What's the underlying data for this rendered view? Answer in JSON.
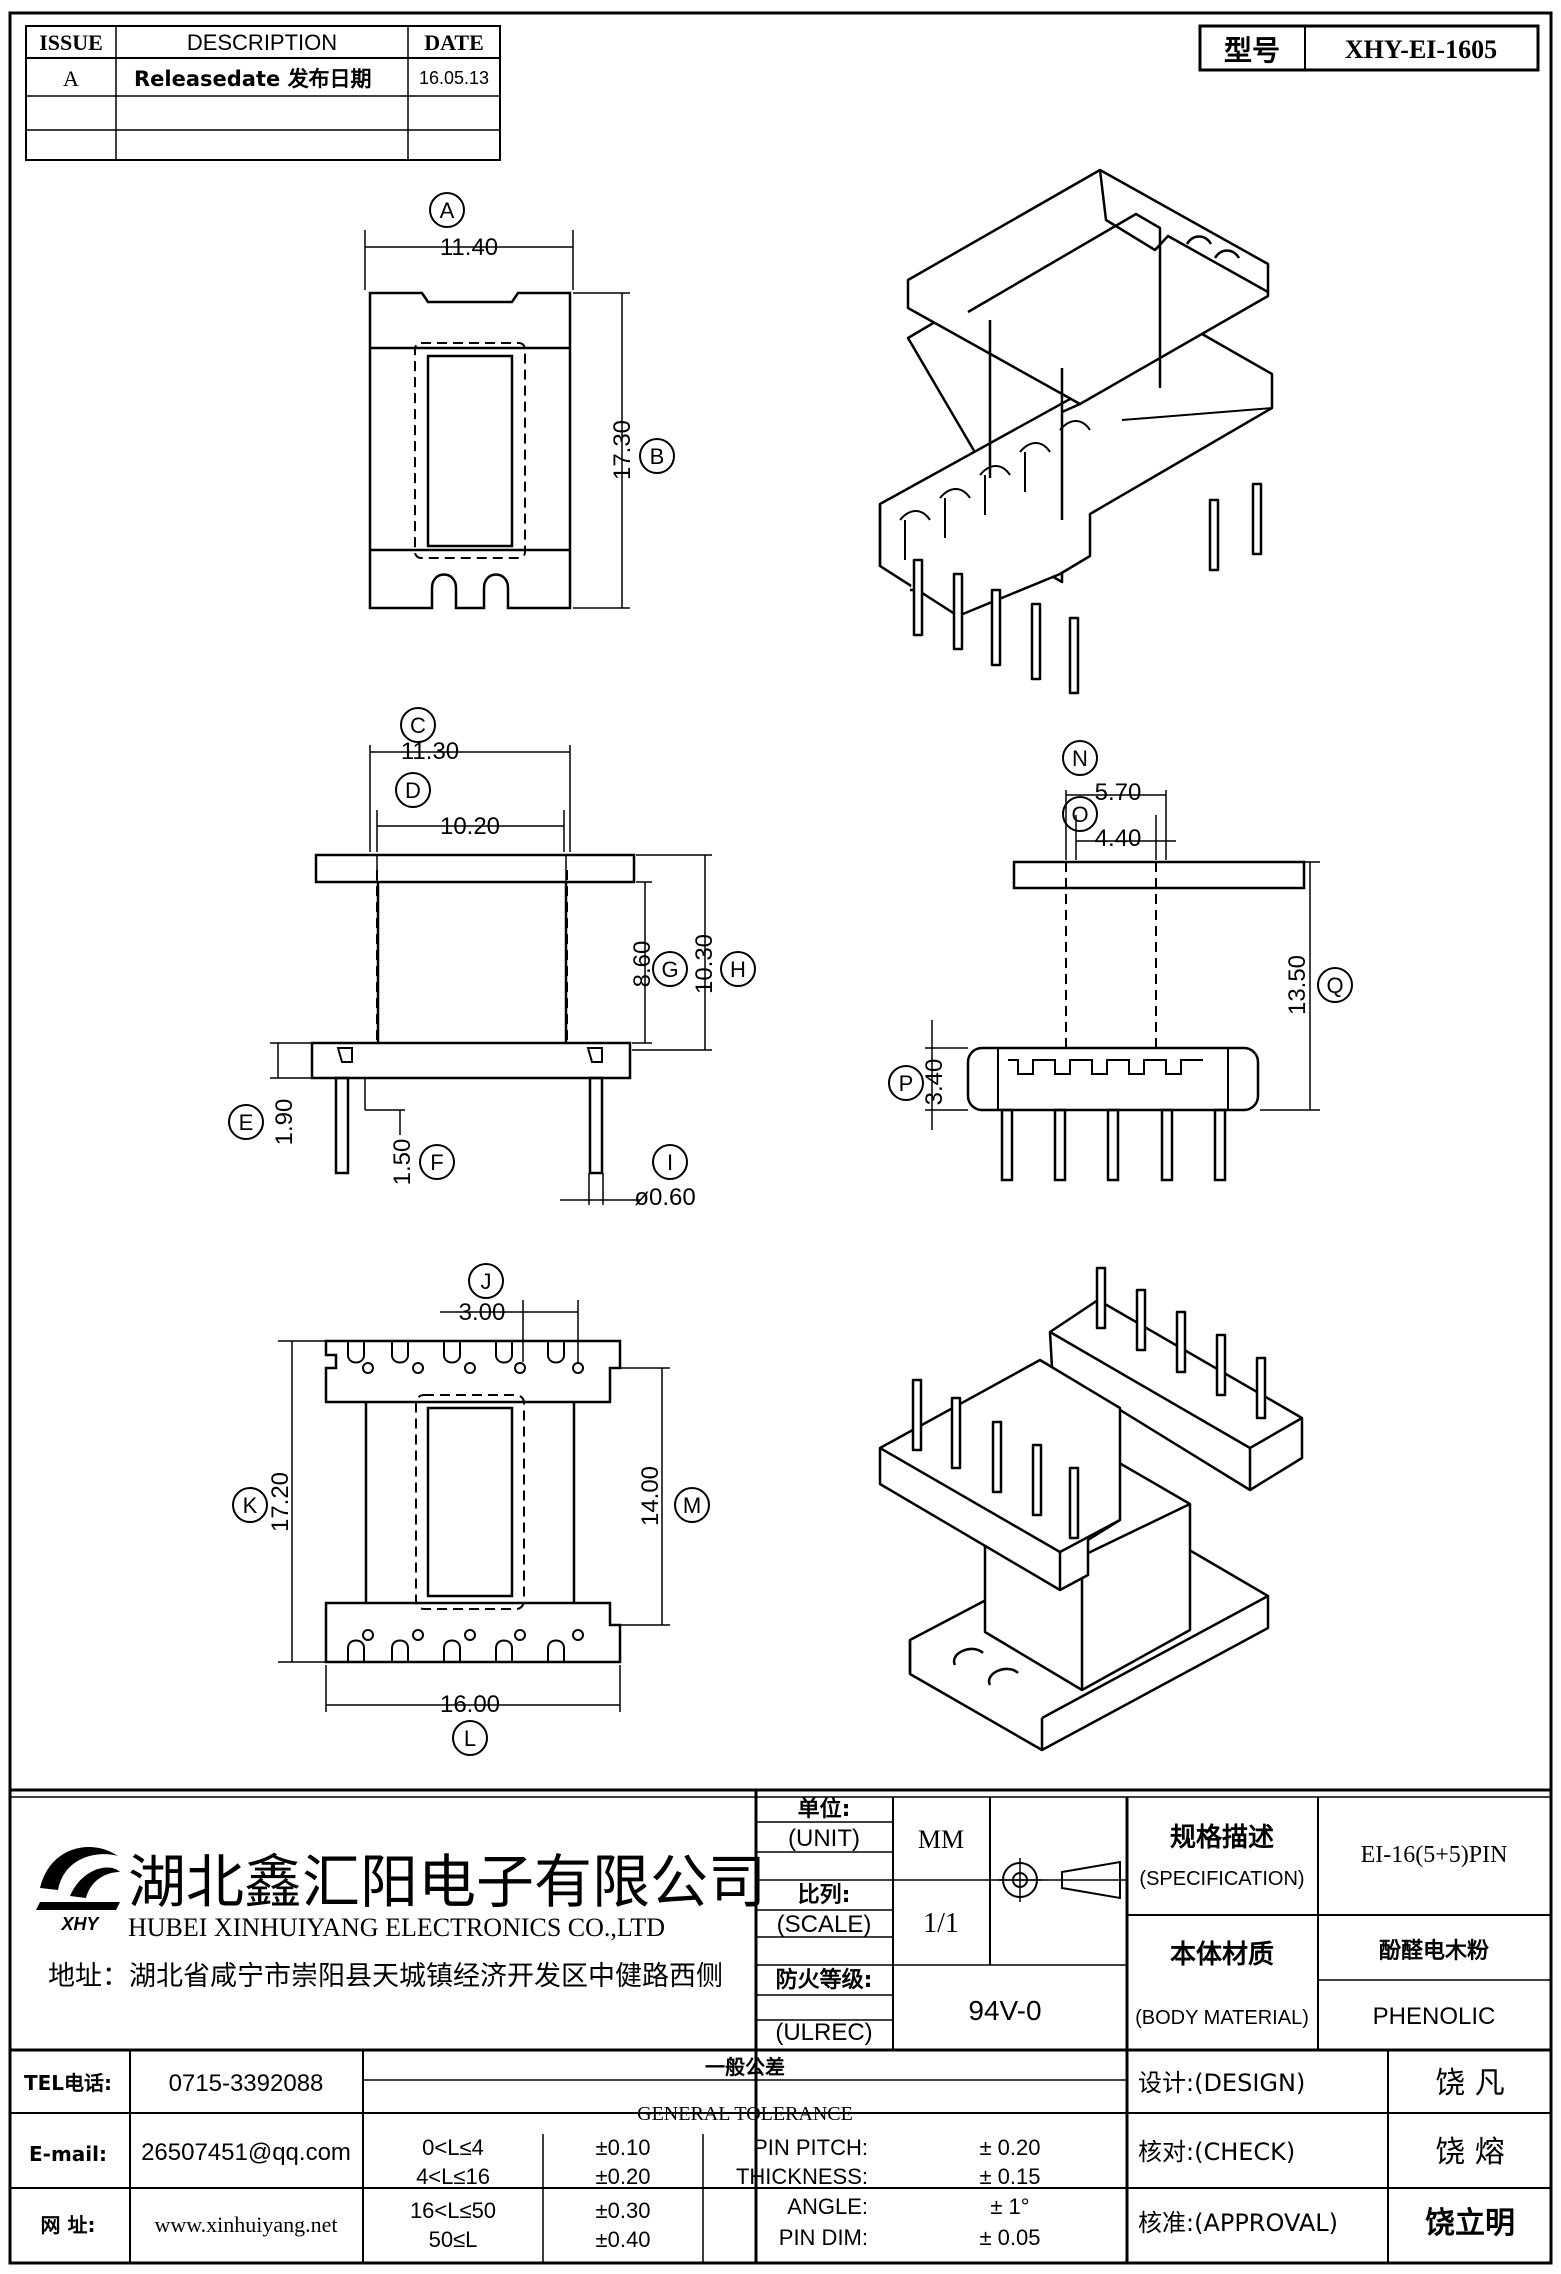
{
  "revision_table": {
    "headers": [
      "ISSUE",
      "DESCRIPTION",
      "DATE"
    ],
    "rows": [
      {
        "issue": "A",
        "description": "Releasedate 发布日期",
        "date": "16.05.13"
      }
    ]
  },
  "model": {
    "label": "型号",
    "value": "XHY-EI-1605"
  },
  "dimensions": {
    "A": "11.40",
    "B": "17.30",
    "C": "11.30",
    "D": "10.20",
    "E": "1.90",
    "F": "1.50",
    "G": "8.60",
    "H": "10.30",
    "I": "ø0.60",
    "J": "3.00",
    "K": "17.20",
    "L": "16.00",
    "M": "14.00",
    "N": "5.70",
    "O": "4.40",
    "P": "3.40",
    "Q": "13.50"
  },
  "company": {
    "name_cn": "湖北鑫汇阳电子有限公司",
    "name_en": "HUBEI XINHUIYANG ELECTRONICS CO.,LTD",
    "address": "地址：湖北省咸宁市崇阳县天城镇经济开发区中健路西侧",
    "logo_text": "XHY"
  },
  "title_block": {
    "unit_label": "单位:",
    "unit_label_en": "(UNIT)",
    "unit_value": "MM",
    "scale_label": "比列:",
    "scale_label_en": "(SCALE)",
    "scale_value": "1/1",
    "ul_label": "防火等级:",
    "ul_label_en": "(ULREC)",
    "ul_value": "94V-0",
    "spec_label": "规格描述",
    "spec_label_en": "(SPECIFICATION)",
    "spec_value": "EI-16(5+5)PIN",
    "material_label": "本体材质",
    "material_label_en": "(BODY MATERIAL)",
    "material_value_cn": "酚醛电木粉",
    "material_value_en": "PHENOLIC"
  },
  "contact": {
    "tel_label": "TEL电话:",
    "tel": "0715-3392088",
    "email_label": "E-mail:",
    "email": "26507451@qq.com",
    "web_label": "网 址:",
    "web": "www.xinhuiyang.net"
  },
  "tolerance": {
    "title_cn": "一般公差",
    "title_en": "GENERAL TOLERANCE",
    "ranges": [
      {
        "range": "0<L≤4",
        "tol": "±0.10"
      },
      {
        "range": "4<L≤16",
        "tol": "±0.20"
      },
      {
        "range": "16<L≤50",
        "tol": "±0.30"
      },
      {
        "range": "50≤L",
        "tol": "±0.40"
      }
    ],
    "specs": [
      {
        "label": "PIN PITCH:",
        "value": "± 0.20"
      },
      {
        "label": "THICKNESS:",
        "value": "± 0.15"
      },
      {
        "label": "ANGLE:",
        "value": "± 1°"
      },
      {
        "label": "PIN DIM:",
        "value": "± 0.05"
      }
    ]
  },
  "approvals": {
    "design_label": "设计:(DESIGN)",
    "design_name": "饶 凡",
    "check_label": "核对:(CHECK)",
    "check_name": "饶 熔",
    "approval_label": "核准:(APPROVAL)",
    "approval_name": "饶立明"
  }
}
